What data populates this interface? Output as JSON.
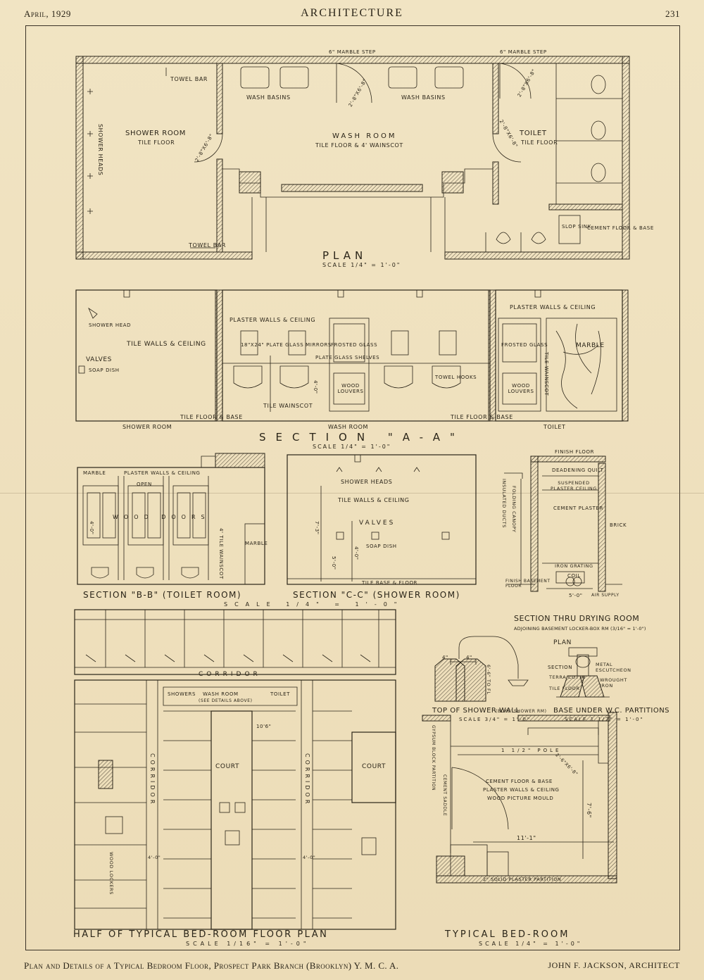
{
  "header": {
    "date": "April, 1929",
    "journal": "ARCHITECTURE",
    "page_number": "231"
  },
  "footer": {
    "caption": "Plan and Details of a Typical Bedroom Floor, Prospect Park Branch (Brooklyn) Y. M. C. A.",
    "architect": "JOHN F. JACKSON, ARCHITECT"
  },
  "plan": {
    "title": "PLAN",
    "scale": "SCALE 1/4\" = 1'-0\"",
    "labels": {
      "marble_step_1": "6\" MARBLE STEP",
      "marble_step_2": "6\" MARBLE STEP",
      "towel_bar_1": "TOWEL BAR",
      "towel_bar_2": "TOWEL BAR",
      "wash_basins_1": "WASH BASINS",
      "wash_basins_2": "WASH BASINS",
      "shower_room": "SHOWER ROOM",
      "shower_tile": "TILE FLOOR",
      "shower_heads": "SHOWER HEADS",
      "wash_room": "WASH ROOM",
      "wash_tile": "TILE FLOOR & 4' WAINSCOT",
      "toilet": "TOILET",
      "toilet_tile": "TILE FLOOR",
      "slop_sink": "SLOP SINK",
      "cement_floor": "CEMENT FLOOR & BASE",
      "door_1": "2'-8\"x6'-8\"",
      "door_2": "2'-8\"x6'-8\"",
      "door_3": "2'-8\"x6'-8\"",
      "door_4": "2'-8\"x6'-8\""
    }
  },
  "section_aa": {
    "title": "SECTION \"A-A\"",
    "scale": "SCALE 1/4\" = 1'-0\"",
    "labels": {
      "shower_head": "SHOWER HEAD",
      "tile_walls": "TILE WALLS & CEILING",
      "valves": "VALVES",
      "soap_dish": "SOAP DISH",
      "shower_room": "SHOWER ROOM",
      "plaster_1": "PLASTER WALLS & CEILING",
      "mirrors": "18\"x24\" PLATE GLASS MIRRORS",
      "frosted_1": "FROSTED GLASS",
      "plate_glass": "PLATE GLASS SHELVES",
      "towel_hooks": "TOWEL HOOKS",
      "wood_louvers_1": "WOOD LOUVERS",
      "tile_wainscot": "TILE WAINSCOT",
      "wainscot_dim": "4'-0\"",
      "tile_floor_base_1": "TILE FLOOR & BASE",
      "wash_room": "WASH ROOM",
      "tile_floor_base_2": "TILE FLOOR & BASE",
      "plaster_2": "PLASTER WALLS & CEILING",
      "frosted_2": "FROSTED GLASS",
      "marble": "MARBLE",
      "tile_wainscot_2": "TILE WAINSCOT",
      "wood_louvers_2": "WOOD LOUVERS",
      "toilet": "TOILET"
    }
  },
  "section_bb": {
    "title": "SECTION \"B-B\" (TOILET ROOM)",
    "labels": {
      "marble": "MARBLE",
      "plaster": "PLASTER WALLS & CEILING",
      "open": "OPEN",
      "wood_doors": "WOOD DOORS",
      "dim": "4'-0\"",
      "tile_wainscot": "4' TILE WAINSCOT",
      "marble_2": "MARBLE"
    }
  },
  "section_cc": {
    "title": "SECTION \"C-C\" (SHOWER ROOM)",
    "labels": {
      "shower_heads": "SHOWER HEADS",
      "tile_walls": "TILE WALLS & CEILING",
      "valves": "VALVES",
      "soap_dish": "SOAP DISH",
      "dim_1": "7'-3\"",
      "dim_2": "4'-0\"",
      "dim_3": "5'-0\"",
      "tile_base": "TILE BASE & FLOOR"
    }
  },
  "shared_scale": "SCALE 1/4\" = 1'-0\"",
  "drying_room": {
    "title": "SECTION THRU DRYING ROOM",
    "subtitle": "ADJOINING BASEMENT LOCKER-BOX RM (3/16\" = 1'-0\")",
    "labels": {
      "finish_floor": "FINISH FLOOR",
      "deadening": "DEADENING QUILT",
      "suspended": "SUSPENDED PLASTER CEILING",
      "cement_plaster": "CEMENT PLASTER",
      "brick": "BRICK",
      "canopy": "FOLDING CANOPY",
      "insulated": "INSULATED DUCTS",
      "iron_grating": "IRON GRATING",
      "coil": "COIL",
      "finish_basement": "FINISH BASEMENT FLOOR",
      "air_supply": "AIR SUPPLY",
      "dim": "5'-0\""
    }
  },
  "shower_wall": {
    "title": "TOP OF SHOWER WALL",
    "note": "(BOYS' SHOWER RM)",
    "scale": "SCALE 3/4\" = 1'-0\"",
    "labels": {
      "dim_1": "4\"",
      "dim_2": "4\"",
      "height": "6'-6\" TO FL"
    }
  },
  "base_wc": {
    "title": "BASE UNDER W.C. PARTITIONS",
    "scale": "SCALE 1 1/2\" = 1'-0\"",
    "labels": {
      "plan": "PLAN",
      "section": "SECTION",
      "escutcheon": "METAL ESCUTCHEON",
      "terra_cotta": "TERRA COTTA",
      "wrought": "WROUGHT IRON",
      "tile_floor": "TILE FLOOR"
    }
  },
  "floor_plan": {
    "title": "HALF OF TYPICAL BED-ROOM FLOOR PLAN",
    "scale": "SCALE 1/16\" = 1'-0\"",
    "labels": {
      "corridor_top": "CORRIDOR",
      "showers": "SHOWERS",
      "wash_room": "WASH ROOM",
      "see_details": "(SEE DETAILS ABOVE)",
      "toilet": "TOILET",
      "court_1": "COURT",
      "court_2": "COURT",
      "corridor_left": "CORRIDOR",
      "corridor_mid": "CORRIDOR",
      "dim_1": "10'6\"",
      "dim_2": "4'-0\"",
      "dim_3": "4'-0\"",
      "wood_lockers": "WOOD LOCKERS"
    }
  },
  "bedroom": {
    "title": "TYPICAL BED-ROOM",
    "scale": "SCALE 1/4\" = 1'-0\"",
    "labels": {
      "notes_1": "CEMENT FLOOR & BASE",
      "notes_2": "PLASTER WALLS & CEILING",
      "notes_3": "WOOD PICTURE MOULD",
      "pole": "1 1/2\" POLE",
      "width": "11'-1\"",
      "height": "7'-6\"",
      "gypsum": "GYPSUM BLOCK PARTITION",
      "cement_saddle": "CEMENT SADDLE",
      "partition": "2\" SOLID PLASTER PARTITION",
      "door": "2'-6\"x6'-8\""
    }
  }
}
